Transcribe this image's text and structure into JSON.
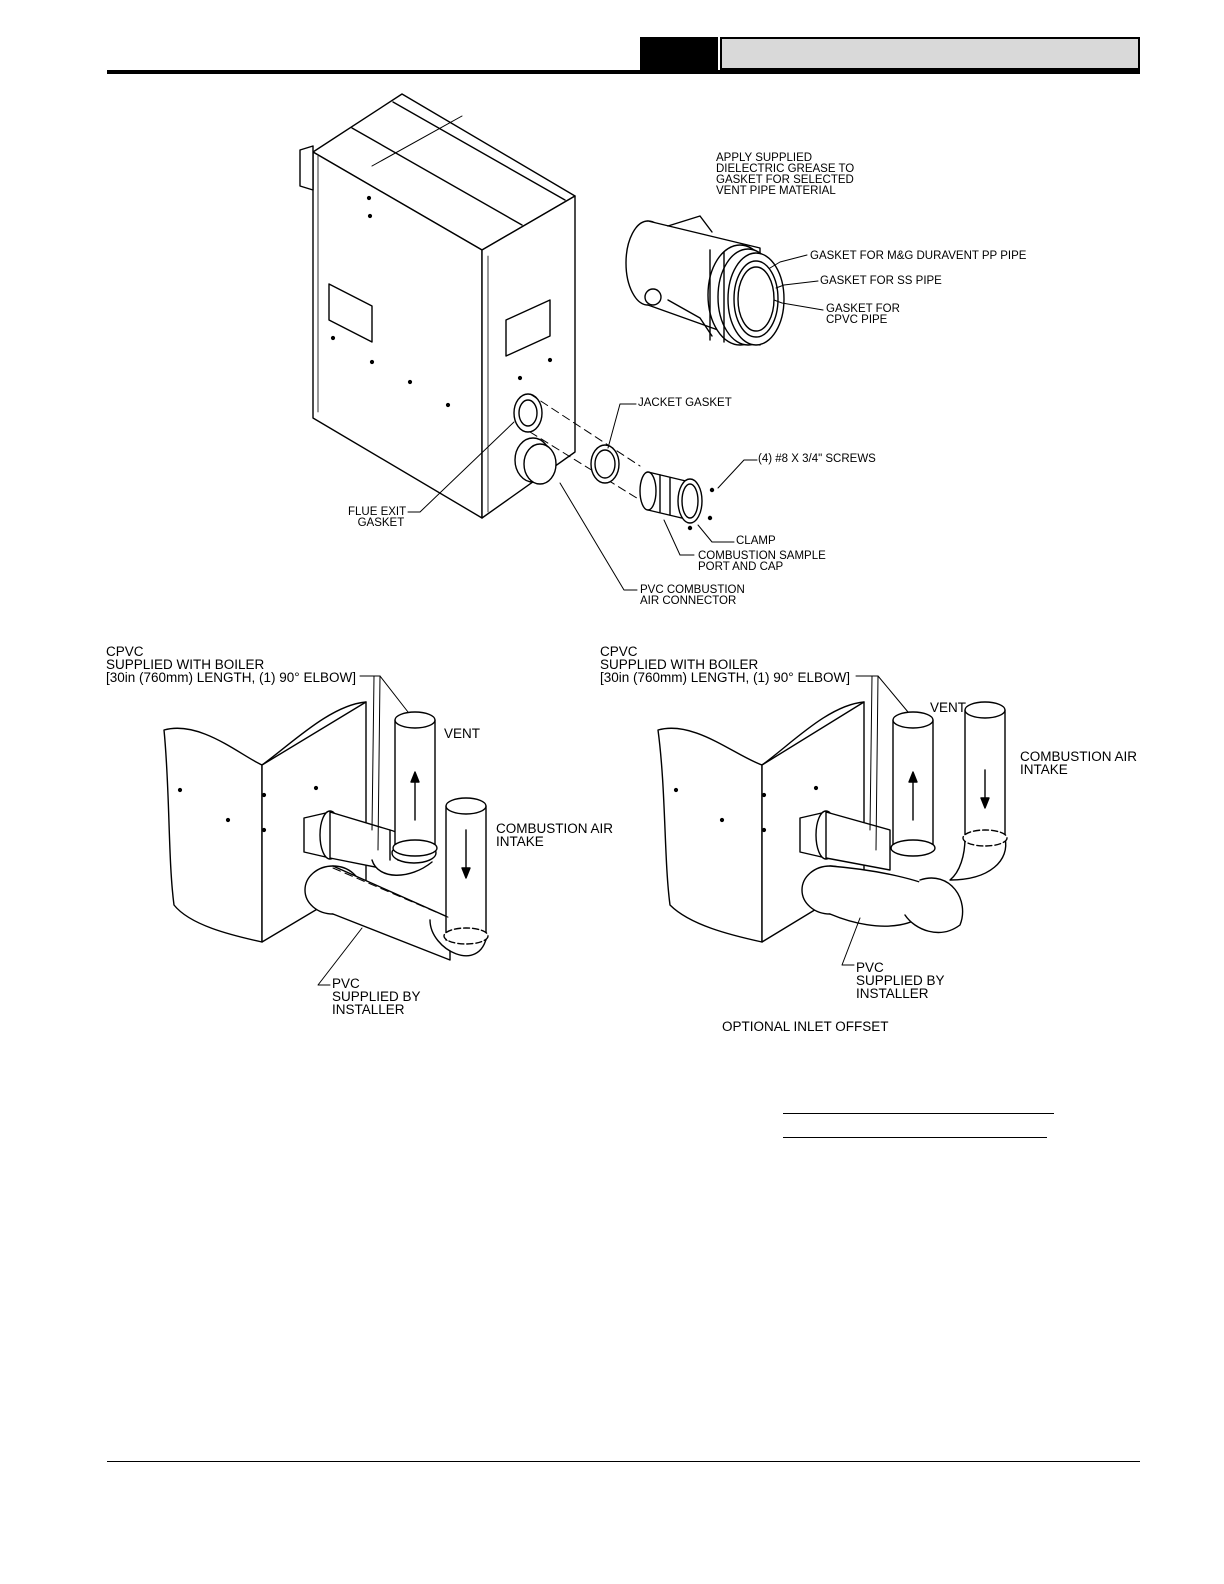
{
  "header": {
    "section_tab": "",
    "section_title": ""
  },
  "figure_top": {
    "labels": {
      "dielectric": "APPLY SUPPLIED\nDIELECTRIC GREASE TO\nGASKET FOR SELECTED\nVENT PIPE MATERIAL",
      "gasket_pp": "GASKET FOR M&G DURAVENT PP PIPE",
      "gasket_ss": "GASKET FOR SS PIPE",
      "gasket_cpvc": "GASKET FOR\nCPVC PIPE",
      "jacket_gasket": "JACKET GASKET",
      "screws": "(4) #8 X 3/4\" SCREWS",
      "flue_exit": "FLUE EXIT\n   GASKET",
      "clamp": "CLAMP",
      "sample_port": "COMBUSTION SAMPLE\nPORT AND CAP",
      "pvc_connector": "PVC COMBUSTION\nAIR CONNECTOR"
    }
  },
  "figure_left": {
    "cpvc_note": "CPVC\nSUPPLIED WITH BOILER\n[30in (760mm) LENGTH, (1) 90° ELBOW]",
    "vent": "VENT",
    "intake": "COMBUSTION AIR\nINTAKE",
    "pvc": "PVC\nSUPPLIED BY\nINSTALLER"
  },
  "figure_right": {
    "cpvc_note": "CPVC\nSUPPLIED WITH BOILER\n[30in (760mm) LENGTH, (1) 90° ELBOW]",
    "vent": "VENT",
    "intake": "COMBUSTION AIR\nINTAKE",
    "pvc": "PVC\nSUPPLIED BY\nINSTALLER",
    "caption": "OPTIONAL INLET OFFSET"
  },
  "colors": {
    "ink": "#000000",
    "header_gray": "#d9d9d9"
  }
}
